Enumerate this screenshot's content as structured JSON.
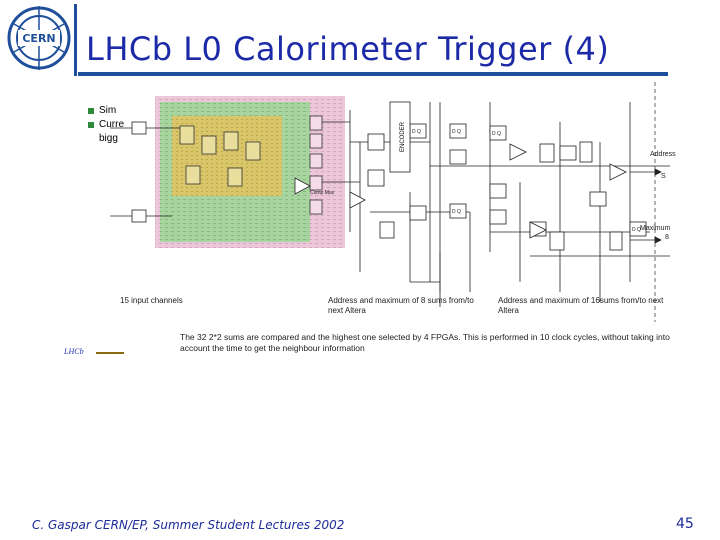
{
  "slide": {
    "title": "LHCb L0 Calorimeter Trigger (4)",
    "logo_text": "CERN",
    "bullets": [
      "Sim",
      "Curre",
      "bigg"
    ],
    "footer": "C. Gaspar CERN/EP, Summer Student Lectures 2002",
    "page_number": "45",
    "lhcb_label": "LHCb"
  },
  "diagram": {
    "input_channels_label": "15 input channels",
    "address_8_label": "Address and maximum of 8 sums from/to next Altera",
    "address_16_label": "Address and maximum of 16sums from/to next Altera",
    "address_label": "Address",
    "address_value": "S",
    "maximum_label": "Maximum",
    "maximum_value": "8",
    "encoder_label": "ENCODER",
    "dq_label": "D Q",
    "comp_label": "Comp Mux",
    "caption": "The 32 2*2 sums are compared and the highest one selected by 4 FPGAs. This is performed in 10 clock cycles, without taking into account the time to get the neighbour information"
  },
  "colors": {
    "title": "#1c2aa8",
    "rule": "#1f4f9a",
    "pink_region": "#ecc7da",
    "green_region": "#a8d4a0",
    "yellow_region": "#d9c66a",
    "footer": "#1c2a9a"
  }
}
